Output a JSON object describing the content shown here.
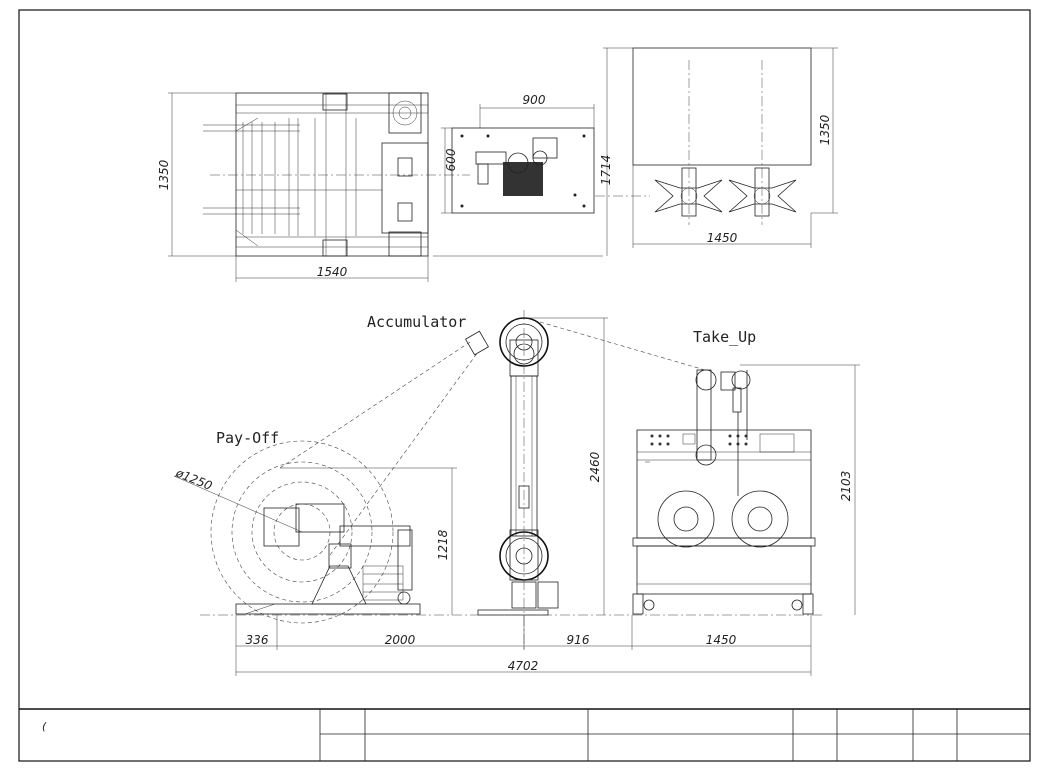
{
  "drawing": {
    "labels": {
      "accumulator": "Accumulator",
      "take_up": "Take_Up",
      "pay_off": "Pay-Off"
    },
    "top_view_dims": {
      "payoff_height": "1350",
      "payoff_width": "1540",
      "accum_width": "900",
      "accum_height": "600",
      "total_height": "1714",
      "takeup_height": "1350",
      "takeup_width": "1450"
    },
    "front_view_dims": {
      "reel_diameter": "ø1250",
      "payoff_height": "1218",
      "accum_height": "2460",
      "takeup_height": "2103",
      "seg1": "336",
      "seg2": "2000",
      "seg3": "916",
      "seg4": "1450",
      "total_length": "4702"
    },
    "title_block": {
      "note": "("
    }
  }
}
